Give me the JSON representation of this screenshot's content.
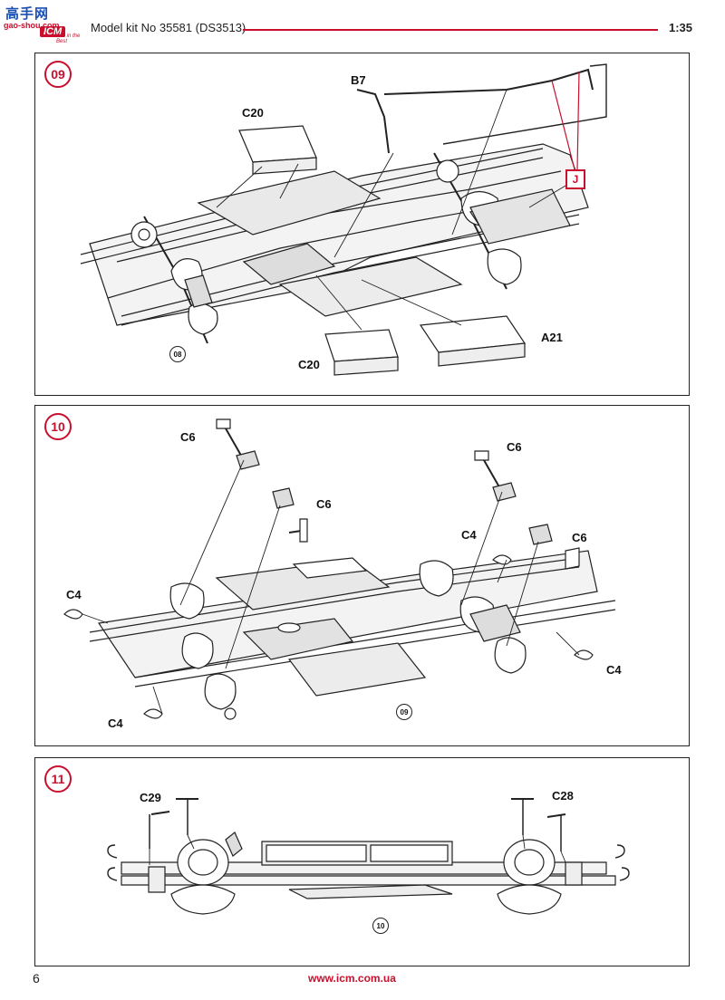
{
  "header": {
    "logo_cn": "高手网",
    "logo_site": "gao-shou.com",
    "logo_brand": "ICM",
    "logo_tagline": "Kits in the Best",
    "kit_title": "Model kit No 35581 (DS3513)",
    "scale": "1:35",
    "accent_color": "#c8102e"
  },
  "steps": [
    {
      "number": "09",
      "ref": "08",
      "labels": {
        "b7": "B7",
        "c20_top": "C20",
        "c20_bottom": "C20",
        "a21": "A21",
        "j": "J"
      }
    },
    {
      "number": "10",
      "ref": "09",
      "labels": {
        "c6_a": "C6",
        "c6_b": "C6",
        "c6_c": "C6",
        "c6_d": "C6",
        "c4_a": "C4",
        "c4_b": "C4",
        "c4_c": "C4",
        "c4_d": "C4"
      }
    },
    {
      "number": "11",
      "ref": "10",
      "labels": {
        "c29": "C29",
        "c28": "C28"
      }
    }
  ],
  "footer": {
    "page_number": "6",
    "url": "www.icm.com.ua"
  }
}
